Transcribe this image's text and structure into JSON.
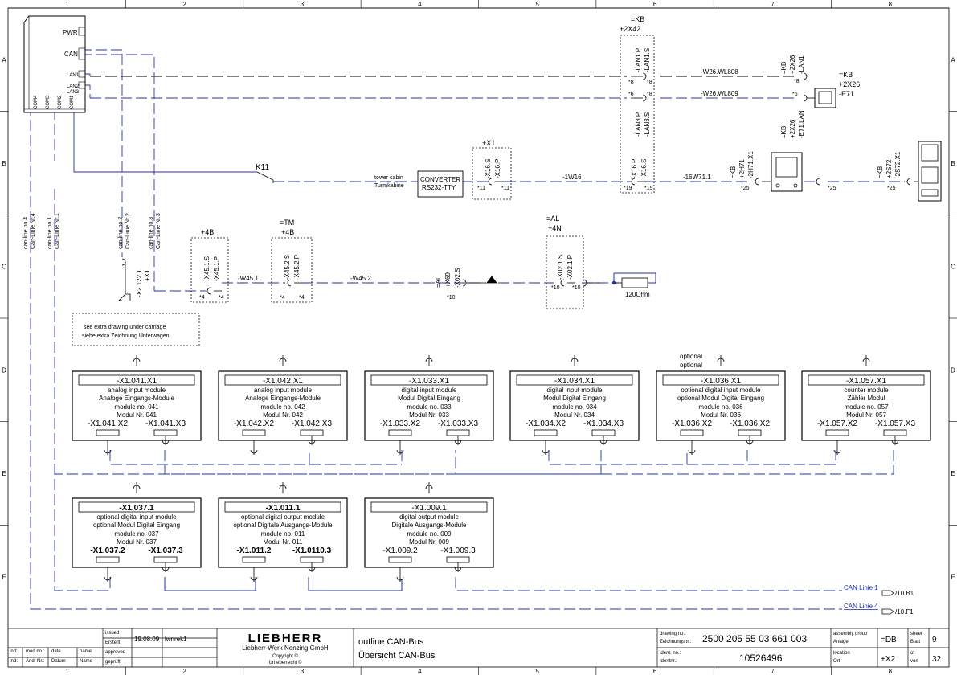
{
  "grid": {
    "cols": [
      "1",
      "2",
      "3",
      "4",
      "5",
      "6",
      "7",
      "8"
    ],
    "rows": [
      "A",
      "B",
      "C",
      "D",
      "E",
      "F"
    ]
  },
  "plc": {
    "pwr": "PWR",
    "can": "CAN",
    "lan1": "LAN1",
    "lan2": "LAN2",
    "lan3": "LAN3",
    "com4": "COM4",
    "com3": "COM3",
    "com2": "COM2",
    "com1": "COM1"
  },
  "kb": {
    "title": "=KB",
    "loc": "+2X42",
    "t_lan1p": "-LAN1.P",
    "t_lan1s": "-LAN1.S",
    "t_lan3p": "-LAN3.P",
    "t_lan3s": "-LAN3.S",
    "p8a": "*8",
    "p8b": "*8",
    "p6": "*6",
    "p8c": "*8",
    "w808": "-W26.WL808",
    "w809": "-W26.WL809",
    "r_kb1": "=KB",
    "r_2x26a": "+2X26",
    "r_lan1": "-LAN1",
    "r_p8": "*8",
    "r_kb2": "=KB",
    "r_2x26b": "+2X26",
    "r_e71lan": "-E71.LAN",
    "r_p6": "*6",
    "e71_kb": "=KB",
    "e71_loc": "+2X26",
    "e71": "-E71"
  },
  "rowb": {
    "k11": "K11",
    "cabin_en": "tower cabin",
    "cabin_de": "Turmkabine",
    "conv1": "CONVERTER",
    "conv2": "RS232-TTY",
    "x1": "+X1",
    "x16s": "-X16.S",
    "x16p": "-X16.P",
    "p11": "*11",
    "p11b": "*11",
    "w16": "-1W16",
    "x16p2": "-X16.P",
    "x16s2": "-X16.S",
    "p19": "*19",
    "p19b": "*19",
    "w71": "-16W71.1",
    "kb_h71": "=KB",
    "loc_h71": "+2H71",
    "t_h71": "-2H71.X1",
    "p25": "*25",
    "p25b": "*25",
    "kb_s72": "=KB",
    "loc_s72": "+2S72",
    "t_s72": "-2S72.X1",
    "p25c": "*25"
  },
  "lines": {
    "l4en": "can-line no.4",
    "l4de": "Can-Linie Nr.4",
    "l1en": "can-line no.1",
    "l1de": "Can-Linie Nr.1",
    "l2en": "can-line no.2",
    "l2de": "Can-Linie Nr.2",
    "l3en": "can-line no.3",
    "l3de": "Can-Linie Nr.3"
  },
  "rowc": {
    "x2122": "-X2.122.1",
    "x2loc": "+X1",
    "b4a": "+4B",
    "x451s": "-X45.1.S",
    "x451p": "-X45.1.P",
    "p4a": "*4",
    "p4b": "*4",
    "w451": "-W45.1",
    "tm": "=TM",
    "b4b": "+4B",
    "x452s": "-X45.2.S",
    "x452p": "-X45.2.P",
    "p4c": "*4",
    "p4d": "*4",
    "w452": "-W45.2",
    "al": "=AL",
    "x69": "+X69",
    "x02s": "-X02.S",
    "p10": "*10",
    "al2": "=AL",
    "n4": "+4N",
    "x021s": "-X02.1.S",
    "x021p": "-X02.1.P",
    "p10b": "*10",
    "p10c": "*10",
    "ohm": "120Ohm"
  },
  "note": {
    "en": "see extra drawing under carriage",
    "de": "siehe extra Zeichnung Unterwagen"
  },
  "modules_d": [
    {
      "title": "-X1.041.X1",
      "l1": "analog input module",
      "l2": "Analoge Eingangs-Module",
      "l3": "module no. 041",
      "l4": "Modul Nr. 041",
      "a": "-X1.041.X2",
      "b": "-X1.041.X3"
    },
    {
      "title": "-X1.042.X1",
      "l1": "analog input module",
      "l2": "Analoge Eingangs-Module",
      "l3": "module no. 042",
      "l4": "Modul Nr. 042",
      "a": "-X1.042.X2",
      "b": "-X1.042.X3"
    },
    {
      "title": "-X1.033.X1",
      "l1": "digital input module",
      "l2": "Modul Digital Eingang",
      "l3": "module no. 033",
      "l4": "Modul Nr. 033",
      "a": "-X1.033.X2",
      "b": "-X1.033.X3"
    },
    {
      "title": "-X1.034.X1",
      "l1": "digital input module",
      "l2": "Modul Digital Eingang",
      "l3": "module no. 034",
      "l4": "Modul Nr. 034",
      "a": "-X1.034.X2",
      "b": "-X1.034.X3"
    },
    {
      "title": "-X1.036.X1",
      "l1": "optional digital input module",
      "l2": "optional Modul Digital Eingang",
      "l3": "module no. 036",
      "l4": "Modul Nr. 036",
      "a": "-X1.036.X2",
      "b": "-X1.036.X2"
    },
    {
      "title": "-X1.057.X1",
      "l1": "counter module",
      "l2": "Zähler Modul",
      "l3": "module no. 057",
      "l4": "Modul Nr. 057",
      "a": "-X1.057.X2",
      "b": "-X1.057.X3"
    }
  ],
  "optional_above": {
    "en": "optional",
    "de": "optional"
  },
  "modules_e": [
    {
      "title": "-X1.037.1",
      "l1": "optional digital input module",
      "l2": "optional Modul Digital Eingang",
      "l3": "module no. 037",
      "l4": "Modul Nr. 037",
      "a": "-X1.037.2",
      "b": "-X1.037.3"
    },
    {
      "title": "-X1.011.1",
      "l1": "optional  digital output module",
      "l2": "optional  Digitale Ausgangs-Module",
      "l3": "module no. 011",
      "l4": "Modul Nr. 011",
      "a": "-X1.011.2",
      "b": "-X1.0110.3"
    },
    {
      "title": "-X1.009.1",
      "l1": "digital output module",
      "l2": "Digitale Ausgangs-Module",
      "l3": "module no. 009",
      "l4": "Modul Nr. 009",
      "a": "-X1.009.2",
      "b": "-X1.009.3"
    }
  ],
  "refs": {
    "c1": "CAN Linie 1",
    "r1": "/10.B1",
    "c4": "CAN Linie 4",
    "r4": "/10.F1"
  },
  "titleblock": {
    "ind": "ind:",
    "ind2": "Ind:",
    "mod_en": "mod.no.:",
    "mod_de": "Änd. Nr.:",
    "date_en": "date",
    "date_de": "Datum",
    "name_en": "name",
    "name_de": "Name",
    "issued_en": "issued",
    "issued_de": "Erstellt",
    "approved_en": "approved",
    "approved_de": "geprüft",
    "date_val": "19.08.09",
    "name_val": "lwnrek1",
    "logo": "LIEBHERR",
    "company": "Liebherr-Werk Nenzing GmbH",
    "copy_en": "Copyright ©",
    "copy_de": "Urheberrecht ©",
    "title_en": "outline CAN-Bus",
    "title_de": "Übersicht CAN-Bus",
    "dwg_en": "drawing no.:",
    "dwg_de": "Zeichnungsnr.:",
    "dwg_val": "2500 205 55 03 661 003",
    "ident_en": "ident. no.:",
    "ident_de": "Identnr.:",
    "ident_val": "10526496",
    "asm_en": "assembly group",
    "asm_de": "Anlage",
    "asm_val": "=DB",
    "loc_en": "location",
    "loc_de": "Ort",
    "loc_val": "+X2",
    "sheet_en": "sheet",
    "sheet_de": "Blatt",
    "sheet_val": "9",
    "of_en": "of",
    "of_de": "von",
    "of_val": "32"
  }
}
